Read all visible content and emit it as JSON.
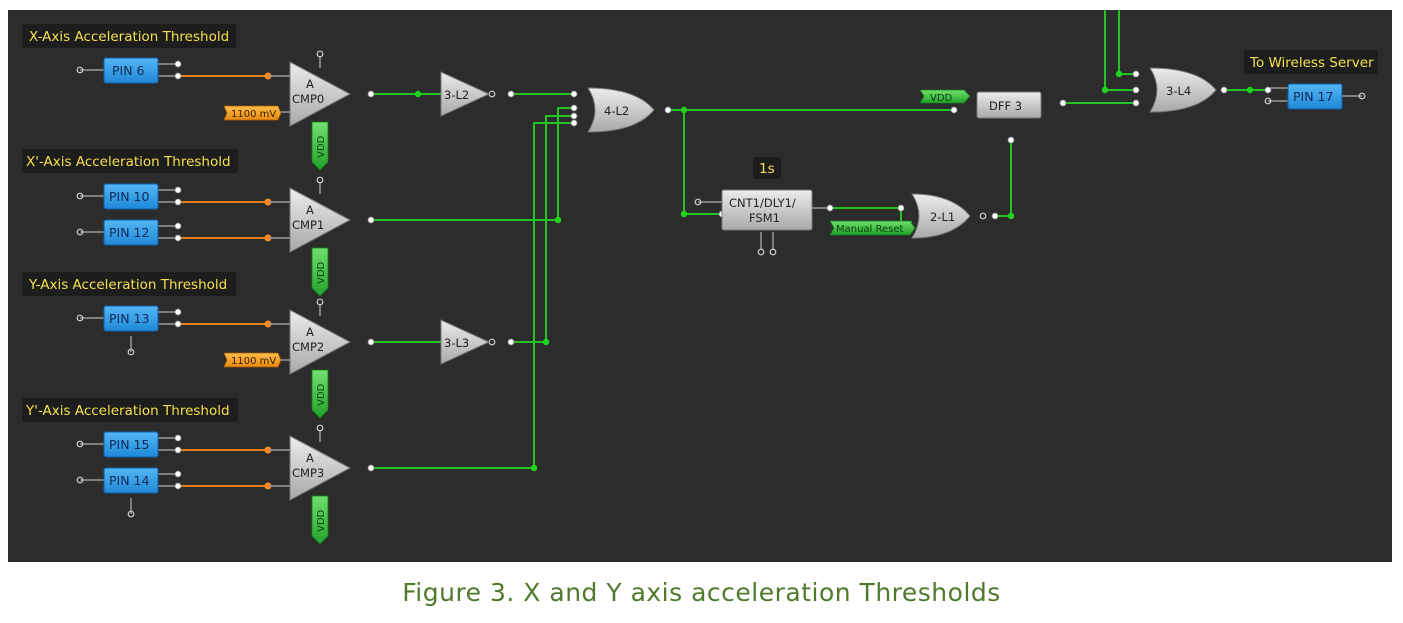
{
  "caption": "Figure 3. X and Y axis acceleration Thresholds",
  "labels": {
    "x_threshold": "X-Axis Acceleration Threshold",
    "xp_threshold": "X'-Axis Acceleration Threshold",
    "y_threshold": "Y-Axis Acceleration Threshold",
    "yp_threshold": "Y'-Axis Acceleration Threshold",
    "wireless": "To Wireless Server"
  },
  "pins": {
    "pin6": "PIN 6",
    "pin10": "PIN 10",
    "pin12": "PIN 12",
    "pin13": "PIN 13",
    "pin15": "PIN 15",
    "pin14": "PIN 14",
    "pin17": "PIN 17"
  },
  "comparators": {
    "cmp0": {
      "a": "A",
      "name": "CMP0"
    },
    "cmp1": {
      "a": "A",
      "name": "CMP1"
    },
    "cmp2": {
      "a": "A",
      "name": "CMP2"
    },
    "cmp3": {
      "a": "A",
      "name": "CMP3"
    }
  },
  "vdd": "VDD",
  "ref_voltage": "1100 mV",
  "gates": {
    "l32": "3-L2",
    "l33": "3-L3",
    "l42": "4-L2",
    "l34": "3-L4",
    "l21": "2-L1"
  },
  "dff": "DFF 3",
  "counter": {
    "line1": "CNT1/DLY1/",
    "line2": "FSM1"
  },
  "delay_time": "1s",
  "manual_reset": "Manual Reset",
  "colors": {
    "background": "#2c2c2c",
    "wire_green": "#22c322",
    "wire_orange": "#e67e17",
    "pin_blue": "#2f9fe8",
    "label_yellow": "#f2e04c",
    "caption_green": "#4f7a2c"
  }
}
